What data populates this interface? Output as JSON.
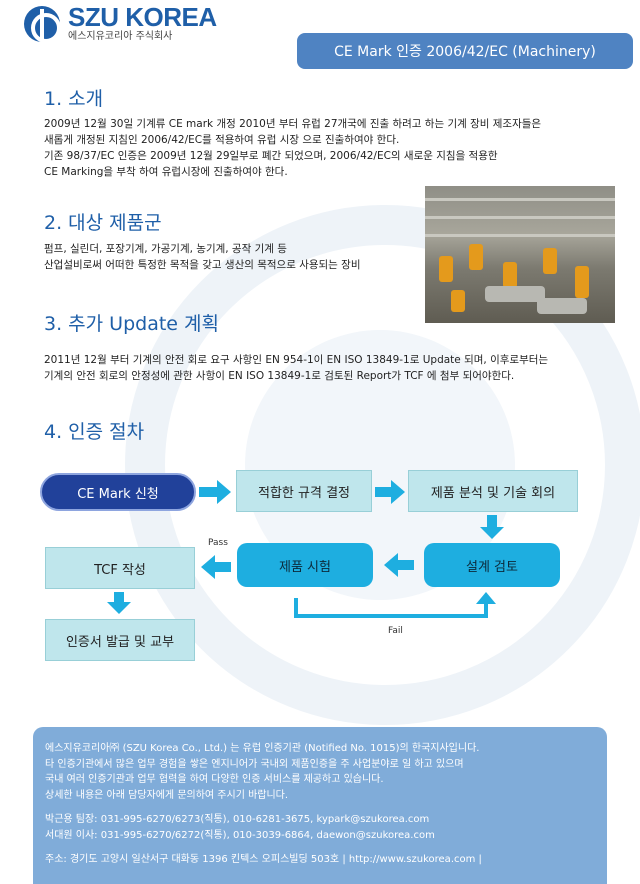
{
  "brand": {
    "name": "SZU KOREA",
    "subtitle": "에스지유코리아 주식회사"
  },
  "header": {
    "title": "CE Mark 인증 2006/42/EC (Machinery)"
  },
  "sections": {
    "intro": {
      "title": "1. 소개",
      "lines": [
        "2009년 12월 30일  기계류 CE mark 개정 2010년 부터 유럽 27개국에 진출 하려고 하는 기계 장비 제조자들은",
        "새롭게 개정된 지침인 2006/42/EC를 적용하여 유럽 시장 으로 진출하여야 한다.",
        "기존 98/37/EC 인증은 2009년 12월 29일부로 폐간 되었으며, 2006/42/EC의 새로운 지침을 적용한",
        "CE Marking을 부착 하여  유럽시장에 진출하여야 한다."
      ]
    },
    "products": {
      "title": "2. 대상 제품군",
      "lines": [
        "펌프, 실린더, 포장기계, 가공기계, 농기계, 공작 기계 등",
        "산업설비로써 어떠한 특정한 목적을 갖고 생산의 목적으로 사용되는 장비"
      ]
    },
    "update": {
      "title": "3. 추가 Update 계획",
      "lines": [
        "2011년 12월 부터 기계의 안전 회로 요구 사항인 EN 954-1이 EN ISO 13849-1로 Update 되며, 이후로부터는",
        "기계의 안전 회로의 안정성에 관한 사항이 EN ISO 13849-1로 검토된 Report가 TCF 에 첨부 되어야한다."
      ]
    },
    "procedure": {
      "title": "4. 인증 절차"
    }
  },
  "flow": {
    "apply": "CE Mark 신청",
    "standards": "적합한 규격 결정",
    "analysis": "제품 분석 및 기술 회의",
    "design_review": "설계 검토",
    "product_test": "제품 시험",
    "tcf": "TCF 작성",
    "certificate": "인증서 발급 및 교부",
    "pass_label": "Pass",
    "fail_label": "Fail"
  },
  "footer": {
    "lines": [
      "에스지유코리아㈜ (SZU Korea Co., Ltd.) 는 유럽 인증기관 (Notified No. 1015)의 한국지사입니다.",
      "타 인증기관에서 많은 업무 경험을 쌓은 엔지니어가 국내외 제품인증을 주 사업분야로 일 하고 있으며",
      "국내 여러 인증기관과 업무 협력을 하여 다양한 인증 서비스를 제공하고 있습니다.",
      "상세한 내용은 아래 담당자에게  문의하여 주시기 바랍니다."
    ],
    "contacts": [
      "박근용 팀장:   031-995-6270/6273(직통),  010-6281-3675,   kypark@szukorea.com",
      "서대원 이사:   031-995-6270/6272(직통),  010-3039-6864,   daewon@szukorea.com"
    ],
    "address": "주소: 경기도 고양시 일산서구 대화동 1396 킨텍스 오피스빌딩 503호  |  http://www.szukorea.com  |"
  },
  "colors": {
    "brand_blue": "#1f5fa8",
    "header_pill": "#4f83c2",
    "flow_teal": "#1eaee0",
    "flow_light": "#bfe6ec",
    "flow_dark": "#21419a",
    "footer_bg": "#80acd9"
  }
}
